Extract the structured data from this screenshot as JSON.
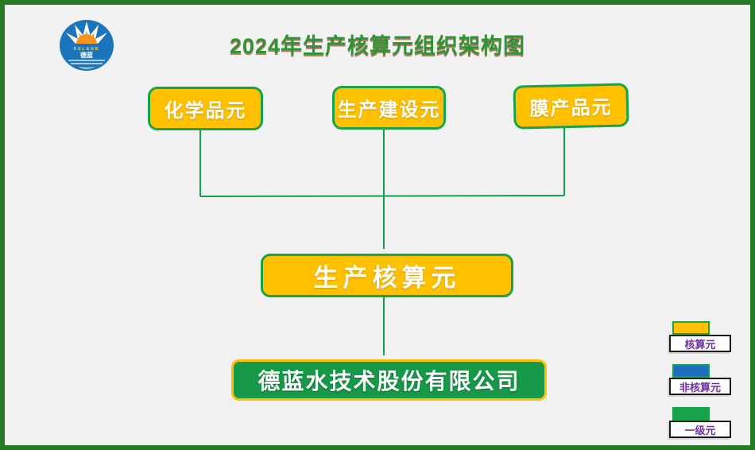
{
  "page": {
    "background": "#f2f2f2",
    "frame_border_color": "#267c26"
  },
  "title": {
    "text": "2024年生产核算元组织架构图",
    "color": "#2e9434",
    "shadow_color": "#9c3c2a"
  },
  "logo": {
    "name": "delan-lotus-logo",
    "letters": "D E L A N B",
    "chinese": "德蓝",
    "circle_color": "#1b75bc",
    "petal_color": "#ffffff",
    "center_color": "#f7941d",
    "letter_color": "#ffd24a"
  },
  "org": {
    "top_units": [
      {
        "label": "化学品元"
      },
      {
        "label": "生产建设元"
      },
      {
        "label": "膜产品元"
      }
    ],
    "mid_unit": {
      "label": "生产核算元"
    },
    "company": {
      "label": "德蓝水技术股份有限公司"
    },
    "colors": {
      "unit_fill": "#ffc000",
      "unit_border": "#17a34a",
      "unit_text": "#ffffff",
      "company_fill": "#17994a",
      "company_border": "#ffc000",
      "connector": "#0da24f"
    }
  },
  "legend": {
    "text_color": "#7030a0",
    "items": [
      {
        "label": "核算元",
        "swatch_color": "#ffc000"
      },
      {
        "label": "非核算元",
        "swatch_color": "#1e6fc0"
      },
      {
        "label": "一级元",
        "swatch_color": "#17a34a"
      }
    ]
  }
}
